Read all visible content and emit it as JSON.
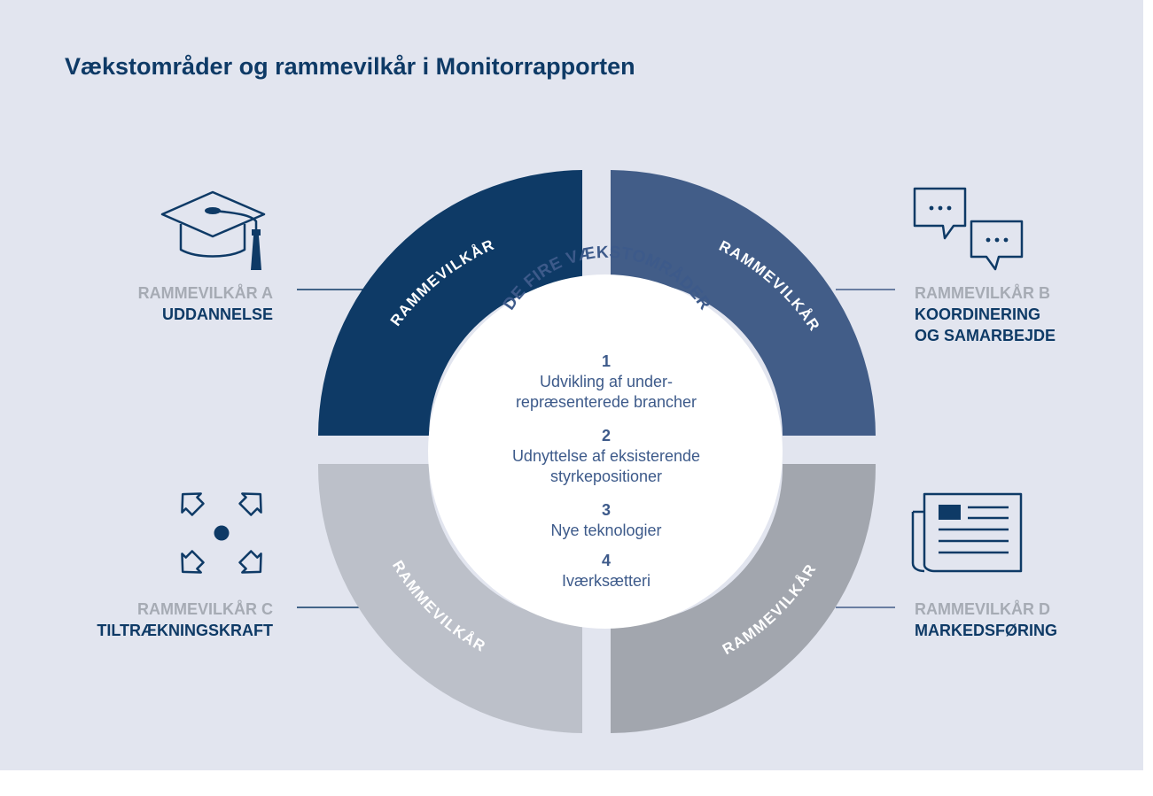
{
  "title": "Vækstområder og rammevilkår i Monitorrapporten",
  "colors": {
    "background": "#e2e5ef",
    "navy": "#0e3a66",
    "slate_blue": "#425d88",
    "light_grey": "#bcc0c9",
    "mid_grey": "#a2a6ae",
    "label_grey": "#a6abb4"
  },
  "ring": {
    "segment_label": "RAMMEVILKÅR",
    "center_heading": "DE FIRE VÆKSTOMRÅDER"
  },
  "growth_areas": [
    {
      "number": "1",
      "text_line1": "Udvikling af under-",
      "text_line2": "repræsenterede brancher"
    },
    {
      "number": "2",
      "text_line1": "Udnyttelse af eksisterende",
      "text_line2": "styrkepositioner"
    },
    {
      "number": "3",
      "text_line1": "Nye teknologier",
      "text_line2": ""
    },
    {
      "number": "4",
      "text_line1": "Iværksætteri",
      "text_line2": ""
    }
  ],
  "conditions": {
    "a": {
      "code": "RAMMEVILKÅR A",
      "name_line1": "UDDANNELSE",
      "name_line2": "",
      "icon": "graduation-cap-icon"
    },
    "b": {
      "code": "RAMMEVILKÅR B",
      "name_line1": "KOORDINERING",
      "name_line2": "OG SAMARBEJDE",
      "icon": "speech-bubbles-icon"
    },
    "c": {
      "code": "RAMMEVILKÅR C",
      "name_line1": "TILTRÆKNINGSKRAFT",
      "name_line2": "",
      "icon": "converging-arrows-icon"
    },
    "d": {
      "code": "RAMMEVILKÅR D",
      "name_line1": "MARKEDSFØRING",
      "name_line2": "",
      "icon": "newspaper-icon"
    }
  }
}
